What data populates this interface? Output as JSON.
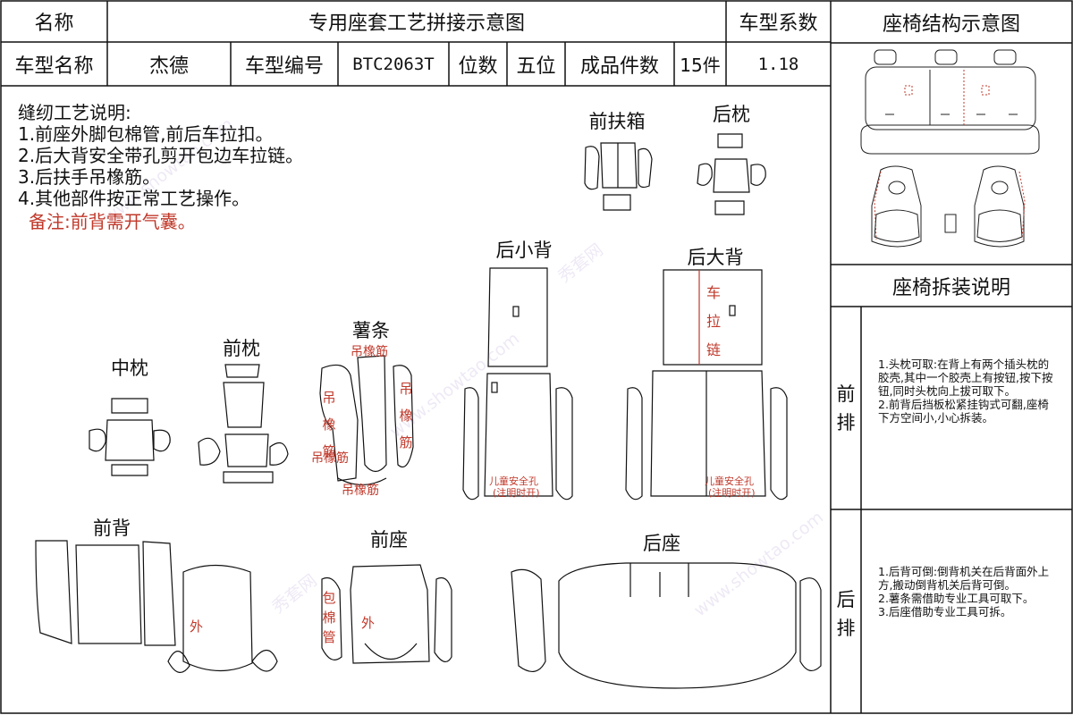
{
  "header": {
    "name_label": "名称",
    "title": "专用座套工艺拼接示意图",
    "coef_label": "车型系数",
    "structure_title": "座椅结构示意图",
    "model_name_label": "车型名称",
    "model_name": "杰德",
    "model_code_label": "车型编号",
    "model_code": "BTC2063T",
    "seats_label": "位数",
    "seats": "五位",
    "pieces_label": "成品件数",
    "pieces": "15件",
    "coef_value": "1.18"
  },
  "process": {
    "title": "缝纫工艺说明:",
    "items": [
      "1.前座外脚包棉管,前后车拉扣。",
      "2.后大背安全带孔剪开包边车拉链。",
      "3.后扶手吊橡筋。",
      "4.其他部件按正常工艺操作。"
    ],
    "remark": "备注:前背需开气囊。"
  },
  "parts": {
    "front_armrest_box": "前扶箱",
    "rear_pillow": "后枕",
    "rear_small_back": "后小背",
    "rear_big_back": "后大背",
    "middle_pillow": "中枕",
    "front_pillow": "前枕",
    "strip": "薯条",
    "front_back": "前背",
    "front_seat": "前座",
    "rear_seat": "后座"
  },
  "annotations": {
    "hang_elastic": "吊橡筋",
    "hang_left": "吊橡筋",
    "hang_right": "吊橡筋",
    "hang_bottom1": "吊橡筋",
    "hang_bottom2": "吊橡筋",
    "zipper": "车拉链",
    "child_belt_hole": "儿童安全孔",
    "child_belt_note": "(注明时开)",
    "child_belt_hole2": "儿童安全孔",
    "child_belt_note2": "(注明时开)",
    "outer_back": "外",
    "outer_seat": "外",
    "cotton_tube": "包棉管"
  },
  "disassembly": {
    "title": "座椅拆装说明",
    "front_label": "前排",
    "front_text": "1.头枕可取:在背上有两个插头枕的胶壳,其中一个胶壳上有按钮,按下按钮,同时头枕向上拔可取下。\n2.前背后挡板松紧挂钩式可翻,座椅下方空间小,小心拆装。",
    "rear_label": "后排",
    "rear_text": "1.后背可倒:倒背机关在后背面外上方,搬动倒背机关后背可倒。\n2.薯条需借助专业工具可取下。\n3.后座借助专业工具可拆。"
  },
  "watermark": [
    "秀套网",
    "www.showtao.com"
  ],
  "colors": {
    "annotation": "#c0392b",
    "line": "#111111",
    "watermark": "#7d4fb0"
  }
}
